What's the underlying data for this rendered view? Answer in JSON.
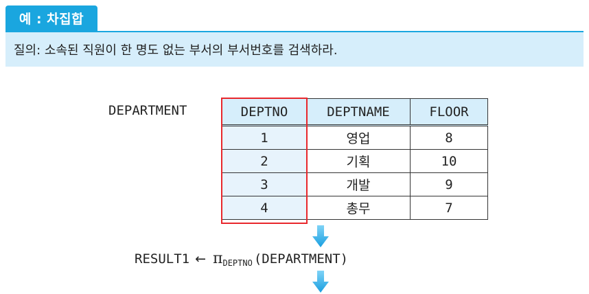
{
  "example": {
    "title": "예 : 차집합"
  },
  "question": {
    "text": "질의: 소속된 직원이 한 명도 없는 부서의 부서번호를 검색하라."
  },
  "table": {
    "name": "DEPARTMENT",
    "headers": [
      "DEPTNO",
      "DEPTNAME",
      "FLOOR"
    ],
    "rows": [
      [
        "1",
        "영업",
        "8"
      ],
      [
        "2",
        "기획",
        "10"
      ],
      [
        "3",
        "개발",
        "9"
      ],
      [
        "4",
        "총무",
        "7"
      ]
    ]
  },
  "expression": {
    "result": "RESULT1",
    "arrow": "←",
    "pi": "π",
    "subscript": "DEPTNO",
    "argument": "(DEPARTMENT)"
  },
  "colors": {
    "accent": "#1aa6df",
    "highlight": "#e8262b",
    "header_bg": "#d6eefb"
  },
  "icons": [
    "down-arrow-icon",
    "down-arrow-icon"
  ]
}
